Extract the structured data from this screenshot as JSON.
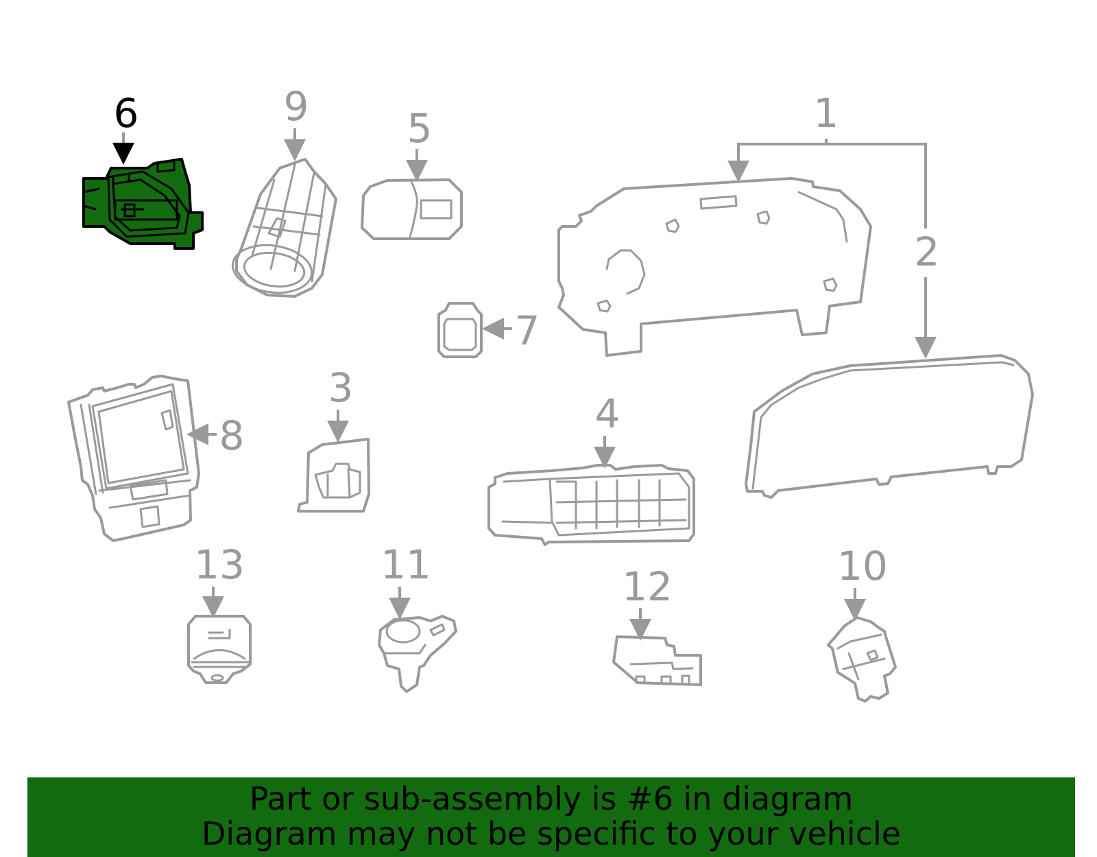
{
  "colors": {
    "highlight_fill": "#136b0f",
    "highlight_stroke": "#000000",
    "part_stroke": "#9a9a9a",
    "banner_bg": "#136b0f",
    "banner_text": "#000000"
  },
  "callouts": {
    "c1": "1",
    "c2": "2",
    "c3": "3",
    "c4": "4",
    "c5": "5",
    "c6": "6",
    "c7": "7",
    "c8": "8",
    "c9": "9",
    "c10": "10",
    "c11": "11",
    "c12": "12",
    "c13": "13"
  },
  "highlighted_part": "6",
  "banner": {
    "line1": "Part or sub-assembly is #6 in diagram",
    "line2": "Diagram may not be specific to your vehicle"
  }
}
